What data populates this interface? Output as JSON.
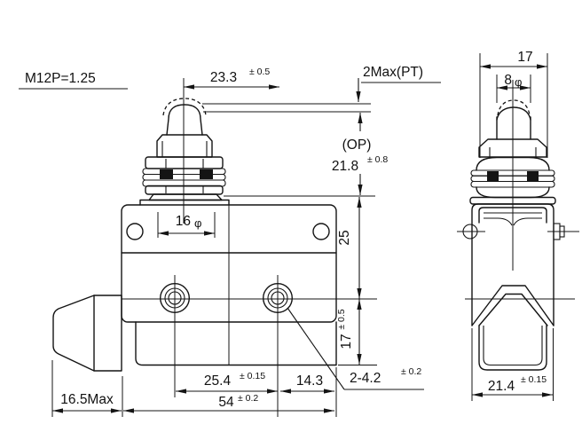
{
  "drawing": {
    "labels": {
      "thread": "M12P=1.25",
      "pretravel": "2Max(PT)",
      "op_abbr": "(OP)"
    },
    "dims": {
      "plunger_to_hole": {
        "value": "23.3",
        "tol": "± 0.5"
      },
      "op_height": {
        "value": "21.8",
        "tol": "± 0.8"
      },
      "head_width": {
        "value": "17"
      },
      "plunger_dia": {
        "value": "8",
        "symbol": "φ"
      },
      "flange_dia": {
        "value": "16",
        "symbol": "φ"
      },
      "upper_height": {
        "value": "25"
      },
      "lower_height": {
        "value": "17",
        "tol": "± 0.5"
      },
      "hole_pitch": {
        "value": "25.4",
        "tol": "± 0.15"
      },
      "hole_to_edge": {
        "value": "14.3"
      },
      "mount_holes": {
        "value": "2-4.2",
        "tol": "± 0.2"
      },
      "body_width": {
        "value": "54",
        "tol": "± 0.2"
      },
      "bushing_len": {
        "value": "16.5Max"
      },
      "side_width": {
        "value": "21.4",
        "tol": "± 0.15"
      }
    }
  }
}
